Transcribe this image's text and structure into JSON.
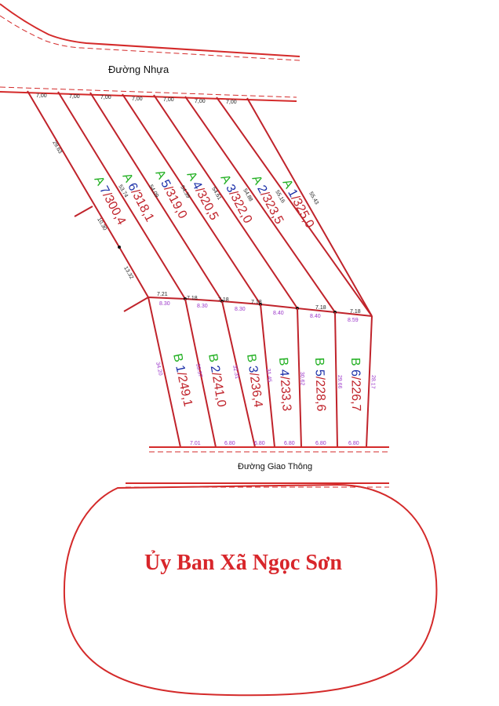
{
  "roads": {
    "top": "Đường Nhựa",
    "bottom": "Đường Giao Thông"
  },
  "office_label": "Ủy Ban Xã Ngọc Sơn",
  "colors": {
    "boundary": "#c0232b",
    "road": "#d42a2a",
    "block_letter": "#22b022",
    "lot_number": "#1b2fa8",
    "area": "#c0232b",
    "dimension_secondary": "#9b35c9"
  },
  "block_a": {
    "lots": [
      {
        "block": "A",
        "number": "7",
        "area": "300,4"
      },
      {
        "block": "A",
        "number": "6",
        "area": "318,1"
      },
      {
        "block": "A",
        "number": "5",
        "area": "319,0"
      },
      {
        "block": "A",
        "number": "4",
        "area": "320,5"
      },
      {
        "block": "A",
        "number": "3",
        "area": "322,0"
      },
      {
        "block": "A",
        "number": "2",
        "area": "323,5"
      },
      {
        "block": "A",
        "number": "1",
        "area": "325,0"
      }
    ],
    "frontages": [
      "7,00",
      "7,00",
      "7,00",
      "7,00",
      "7,00",
      "7,00",
      "7,00"
    ],
    "rear_widths": [
      "7.21",
      "7.18",
      "7.18",
      "7.18",
      "7.18",
      "7.18"
    ],
    "side_lengths": [
      "53.74",
      "54.09",
      "54.39",
      "54.61",
      "54.88",
      "55.16",
      "55.43"
    ],
    "left_edge": [
      "29.63",
      "10.30",
      "13.32"
    ]
  },
  "block_b": {
    "lots": [
      {
        "block": "B",
        "number": "1",
        "area": "249,1"
      },
      {
        "block": "B",
        "number": "2",
        "area": "241,0"
      },
      {
        "block": "B",
        "number": "3",
        "area": "236,4"
      },
      {
        "block": "B",
        "number": "4",
        "area": "233,3"
      },
      {
        "block": "B",
        "number": "5",
        "area": "228,6"
      },
      {
        "block": "B",
        "number": "6",
        "area": "226,7"
      }
    ],
    "top_widths": [
      "8.30",
      "8.30",
      "8.30",
      "8.40",
      "8.40",
      "8.59"
    ],
    "bottom_widths": [
      "7.01",
      "6.80",
      "6.80",
      "6.80",
      "6.80",
      "6.80"
    ],
    "side_lengths": [
      "34.20",
      "33.37",
      "32.31",
      "31.45",
      "30.62",
      "29.66",
      "28.17"
    ]
  }
}
